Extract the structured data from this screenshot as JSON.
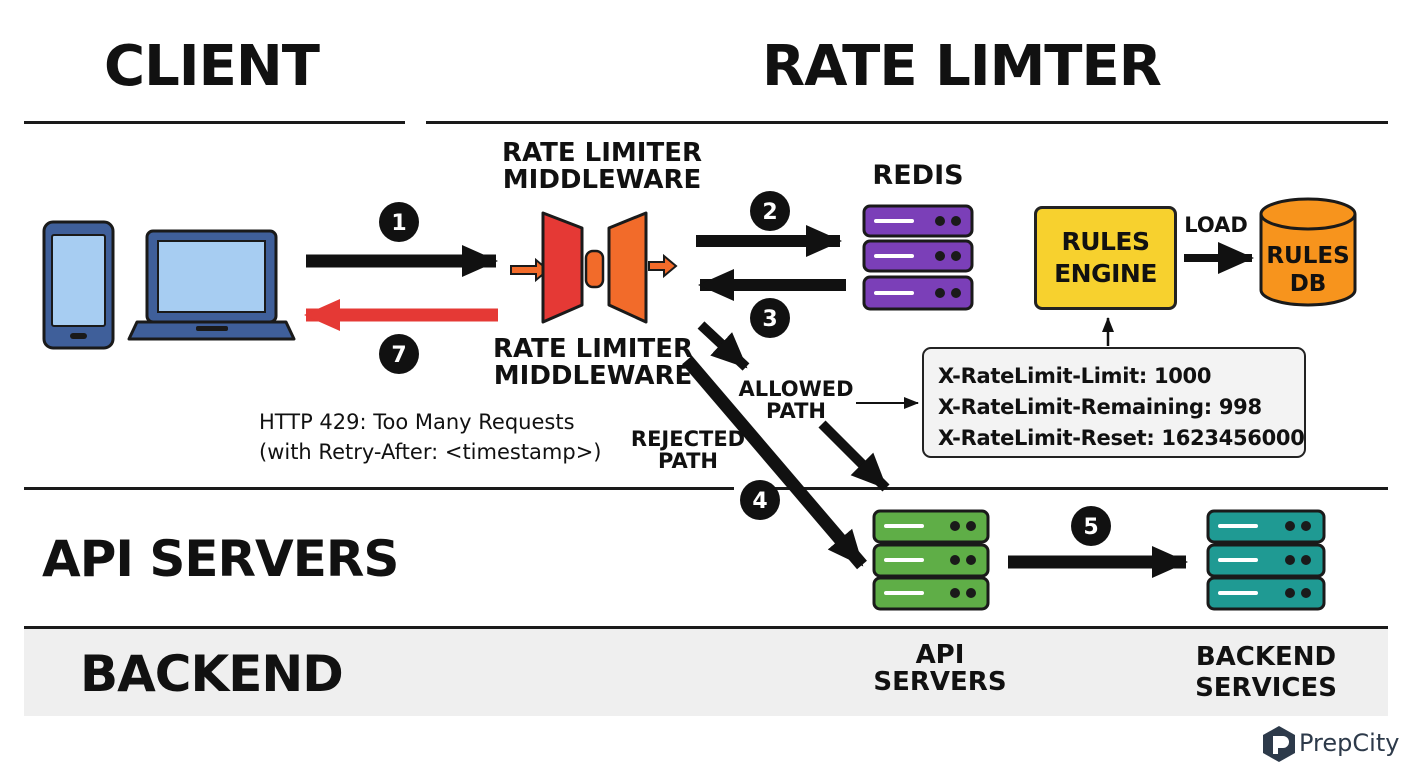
{
  "sections": {
    "client": "CLIENT",
    "rate_limiter": "RATE LIMTER",
    "api_servers": "API SERVERS",
    "backend": "BACKEND"
  },
  "middleware": {
    "top_label": "RATE LIMITER\nMIDDLEWARE",
    "bottom_label": "RATE LIMITER\nMIDDLEWARE"
  },
  "redis": {
    "label": "REDIS"
  },
  "rules_engine": {
    "label": "RULES\nENGINE"
  },
  "rules_db": {
    "label": "RULES\nDB"
  },
  "load_label": "LOAD",
  "steps": [
    "1",
    "2",
    "3",
    "4",
    "5",
    "7"
  ],
  "allowed_path": "ALLOWED\nPATH",
  "rejected_path": "REJECTED\nPATH",
  "http_error": {
    "line1": "HTTP 429: Too Many Requests",
    "line2": "(with Retry-After: <timestamp>)"
  },
  "rate_headers": [
    "X-RateLimit-Limit: 1000",
    "X-RateLimit-Remaining: 998",
    "X-RateLimit-Reset: 1623456000"
  ],
  "api_servers_label": "API SERVERS",
  "backend_services_label": "BACKEND\nSERVICES",
  "watermark": "PrepCity",
  "colors": {
    "redis": "#7b3fb8",
    "api_servers": "#5fae47",
    "backend_services": "#1f9a93",
    "rules_engine": "#f7d12e",
    "rules_db": "#f7941d",
    "reject_arrow": "#e53935",
    "middleware_left": "#e53935",
    "middleware_right": "#f26b2a"
  }
}
